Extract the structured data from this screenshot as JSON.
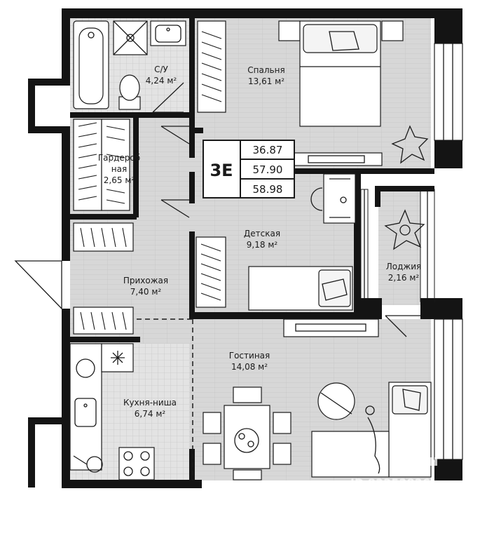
{
  "plan": {
    "apartment_type": "3E",
    "areas": [
      "36.87",
      "57.90",
      "58.98"
    ],
    "rooms": {
      "bathroom": {
        "name": "С/У",
        "area": "4,24 м²"
      },
      "bedroom": {
        "name": "Спальня",
        "area": "13,61 м²"
      },
      "wardrobe": {
        "name_line1": "Гардероб",
        "name_line2": "ная",
        "area": "2,65 м²"
      },
      "kids_room": {
        "name": "Детская",
        "area": "9,18 м²"
      },
      "loggia": {
        "name": "Лоджия",
        "area": "2,16 м²"
      },
      "hallway": {
        "name": "Прихожая",
        "area": "7,40 м²"
      },
      "living_room": {
        "name": "Гостиная",
        "area": "14,08 м²"
      },
      "kitchen": {
        "name": "Кухня-ниша",
        "area": "6,74 м²"
      }
    }
  },
  "watermark": {
    "brand": "Циан",
    "id": "ID 83353836"
  }
}
